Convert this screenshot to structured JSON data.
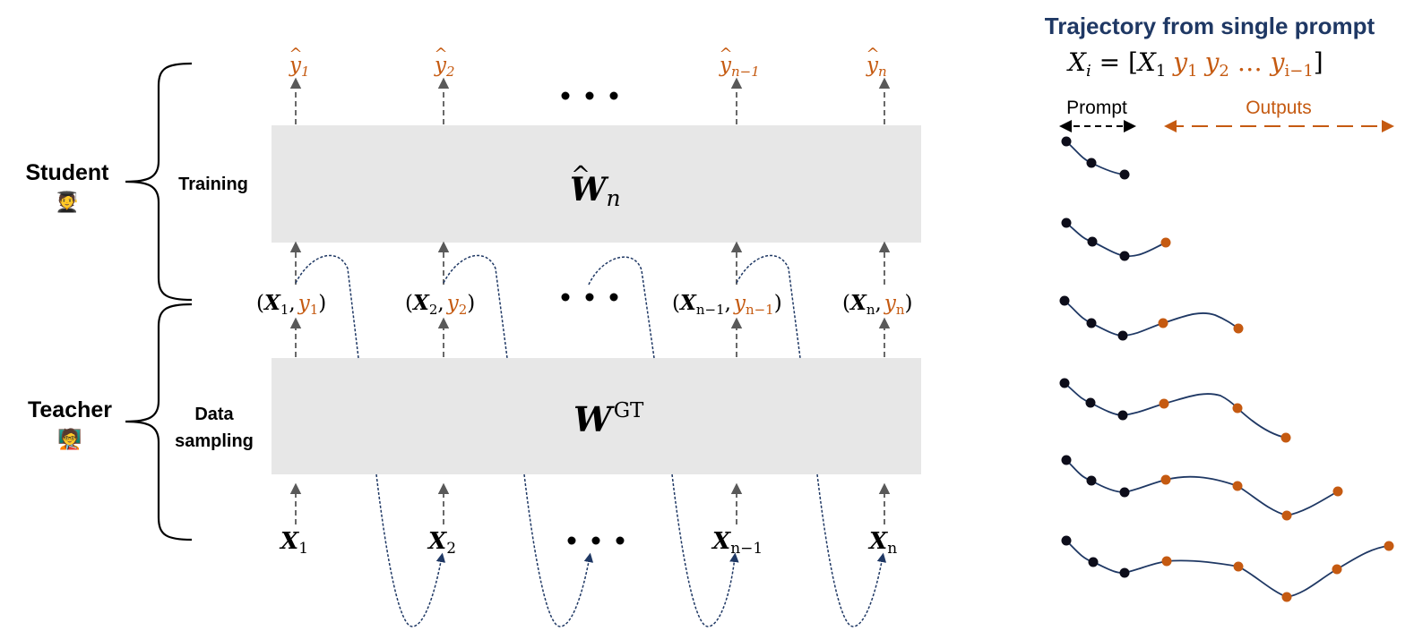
{
  "left": {
    "student": {
      "label": "Student",
      "emoji": "🧑‍🎓",
      "sublabel": "Training"
    },
    "teacher": {
      "label": "Teacher",
      "emoji": "🧑‍🏫",
      "sublabel_line1": "Data",
      "sublabel_line2": "sampling"
    },
    "top_box": {
      "W": "W",
      "hat": "^",
      "sub": "n"
    },
    "bottom_box": {
      "W": "W",
      "sup": "GT"
    },
    "outputs": [
      {
        "base": "y",
        "hat": "^",
        "sub": "1"
      },
      {
        "base": "y",
        "hat": "^",
        "sub": "2"
      },
      {
        "base": "y",
        "hat": "^",
        "sub": "n−1"
      },
      {
        "base": "y",
        "hat": "^",
        "sub": "n"
      }
    ],
    "pairs": [
      {
        "open": "(",
        "X": "X",
        "xsub": "1",
        "comma": ",",
        "y": "y",
        "ysub": "1",
        "close": ")"
      },
      {
        "open": "(",
        "X": "X",
        "xsub": "2",
        "comma": ",",
        "y": "y",
        "ysub": "2",
        "close": ")"
      },
      {
        "open": "(",
        "X": "X",
        "xsub": "n−1",
        "comma": ",",
        "y": "y",
        "ysub": "n−1",
        "close": ")"
      },
      {
        "open": "(",
        "X": "X",
        "xsub": "n",
        "comma": ",",
        "y": "y",
        "ysub": "n",
        "close": ")"
      }
    ],
    "inputs": [
      {
        "X": "X",
        "sub": "1"
      },
      {
        "X": "X",
        "sub": "2"
      },
      {
        "X": "X",
        "sub": "n−1"
      },
      {
        "X": "X",
        "sub": "n"
      }
    ]
  },
  "right": {
    "title": "Trajectory from single prompt",
    "formula": {
      "lhs": "X",
      "lhs_sub": "i",
      "eq": " = [",
      "x1": "X",
      "x1_sub": "1",
      "y1": "y",
      "y1_sub": "1",
      "y2": "y",
      "y2_sub": "2",
      "dots": " … ",
      "yi": "y",
      "yi_sub": "i−1",
      "close": "]"
    },
    "prompt_label": "Prompt",
    "outputs_label": "Outputs"
  },
  "colors": {
    "orange": "#c55a11",
    "navy": "#1f3864",
    "box_fill": "#e7e7e7",
    "arrow_gray": "#595959",
    "dark_node": "#0d0d1a"
  }
}
